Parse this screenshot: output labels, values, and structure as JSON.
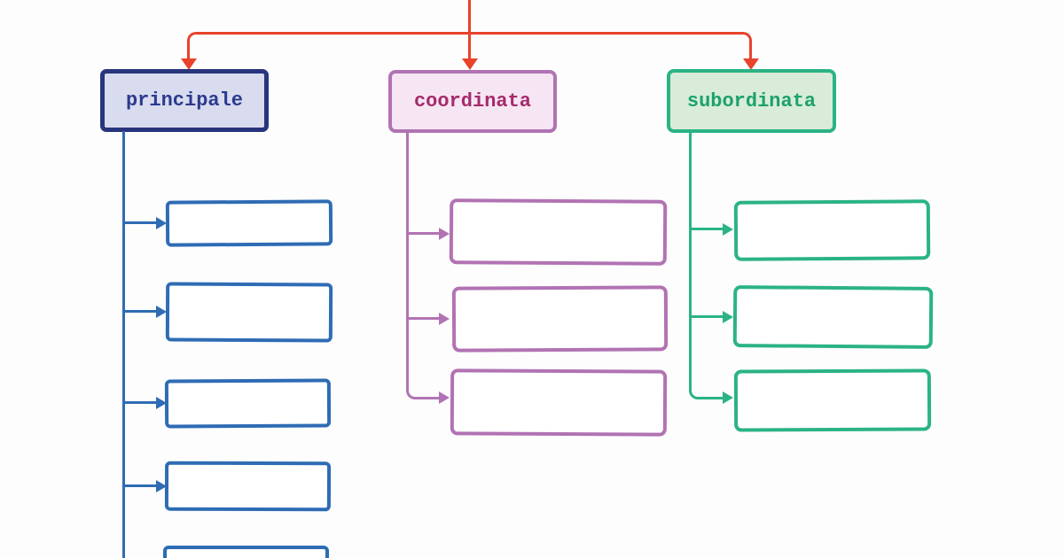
{
  "diagram": {
    "subject": "clause-types-tree",
    "nodes": {
      "principale": {
        "label": "principale",
        "children_visible": 5
      },
      "coordinata": {
        "label": "coordinata",
        "children_visible": 3
      },
      "subordinata": {
        "label": "subordinata",
        "children_visible": 3
      }
    }
  },
  "colors": {
    "background": "#fdfdfe",
    "connector_red": "#e8432b",
    "principale_border": "#28357d",
    "principale_fill": "#d9dbee",
    "principale_text": "#2b3a8f",
    "principale_line": "#2e6cb4",
    "coordinata_border": "#b173b3",
    "coordinata_fill": "#f6e6f4",
    "coordinata_text": "#a52a6a",
    "subordinata_border": "#2bb385",
    "subordinata_fill": "#d9ecd9",
    "subordinata_text": "#1ba26b"
  }
}
